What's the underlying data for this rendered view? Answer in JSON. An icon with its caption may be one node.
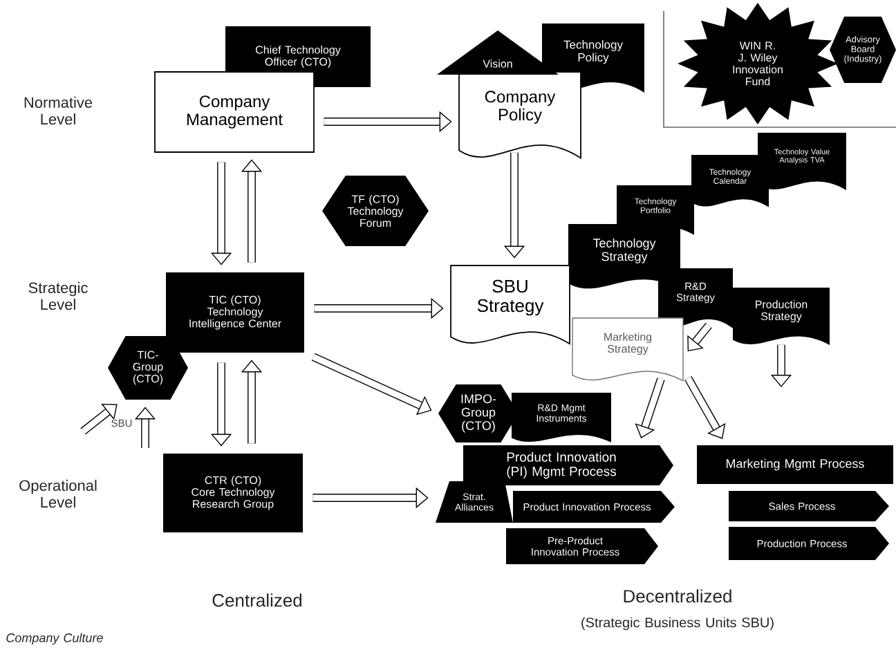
{
  "diagram": {
    "nodes": [
      {
        "text": [
          "Chief Technology Officer (CTO)"
        ]
      },
      {
        "text": [
          "Company Management"
        ]
      },
      {
        "text": [
          "Vision"
        ]
      },
      {
        "text": [
          "Technology Policy"
        ]
      },
      {
        "text": [
          "Company Policy"
        ]
      },
      {
        "text": [
          "WIN R. J. Wiley Innovation Fund"
        ]
      },
      {
        "text": [
          "Advisory Board (Industry)"
        ]
      },
      {
        "text": [
          "TF (CTO) Technology Forum"
        ]
      },
      {
        "text": [
          "Technoloy Value Analysis TVA"
        ]
      },
      {
        "text": [
          "Technology Calendar"
        ]
      },
      {
        "text": [
          "Technology Portfolio"
        ]
      },
      {
        "text": [
          "Technology Strategy"
        ]
      },
      {
        "text": [
          "SBU Strategy"
        ]
      },
      {
        "text": [
          "R&D Strategy"
        ]
      },
      {
        "text": [
          "Production Strategy"
        ]
      },
      {
        "text": [
          "Marketing Strategy"
        ]
      },
      {
        "text": [
          "TIC (CTO) Technology Intelligence Center"
        ]
      },
      {
        "text": [
          "TIC-Group (CTO)"
        ]
      },
      {
        "text": [
          "CTR (CTO) Core Technology Research Group"
        ]
      },
      {
        "text": [
          "IMPO-Group (CTO)"
        ]
      },
      {
        "text": [
          "R&D Mgmt Instruments"
        ]
      },
      {
        "text": [
          "Product Innovation (PI) Mgmt Process"
        ]
      },
      {
        "text": [
          "Marketing Mgmt Process"
        ]
      },
      {
        "text": [
          "Strat. Alliances"
        ]
      },
      {
        "text": [
          "Product Innovation Process"
        ]
      },
      {
        "text": [
          "Sales Process"
        ]
      },
      {
        "text": [
          "Pre-Product Innovation Process"
        ]
      },
      {
        "text": [
          "Production Process"
        ]
      }
    ],
    "edges": [
      {
        "from": 1,
        "to": 4,
        "arrow": "to"
      },
      {
        "from": 1,
        "to": 16,
        "arrow": "to"
      },
      {
        "from": 16,
        "to": 1,
        "arrow": "to"
      },
      {
        "from": 4,
        "to": 12,
        "arrow": "to"
      },
      {
        "from": 16,
        "to": 12,
        "arrow": "to"
      },
      {
        "from": 16,
        "to": 18,
        "arrow": "to"
      },
      {
        "from": 18,
        "to": 16,
        "arrow": "to"
      },
      {
        "from": 16,
        "to": 19,
        "arrow": "to"
      },
      {
        "from": 18,
        "to": 23,
        "arrow": "to"
      },
      {
        "from": null,
        "to": 17,
        "arrow": "to",
        "label": "SBU"
      },
      {
        "from": null,
        "to": 17,
        "arrow": "to"
      },
      {
        "from": 13,
        "to": 15,
        "arrow": "to"
      },
      {
        "from": 14,
        "to": null,
        "arrow": "to"
      },
      {
        "from": 15,
        "to": 21,
        "arrow": "to"
      },
      {
        "from": 15,
        "to": 22,
        "arrow": "to"
      }
    ],
    "labels": [
      "Normative Level",
      "Strategic Level",
      "Operational Level",
      "Centralized",
      "Decentralized",
      "(Strategic Business Units SBU)",
      "Company Culture"
    ]
  }
}
